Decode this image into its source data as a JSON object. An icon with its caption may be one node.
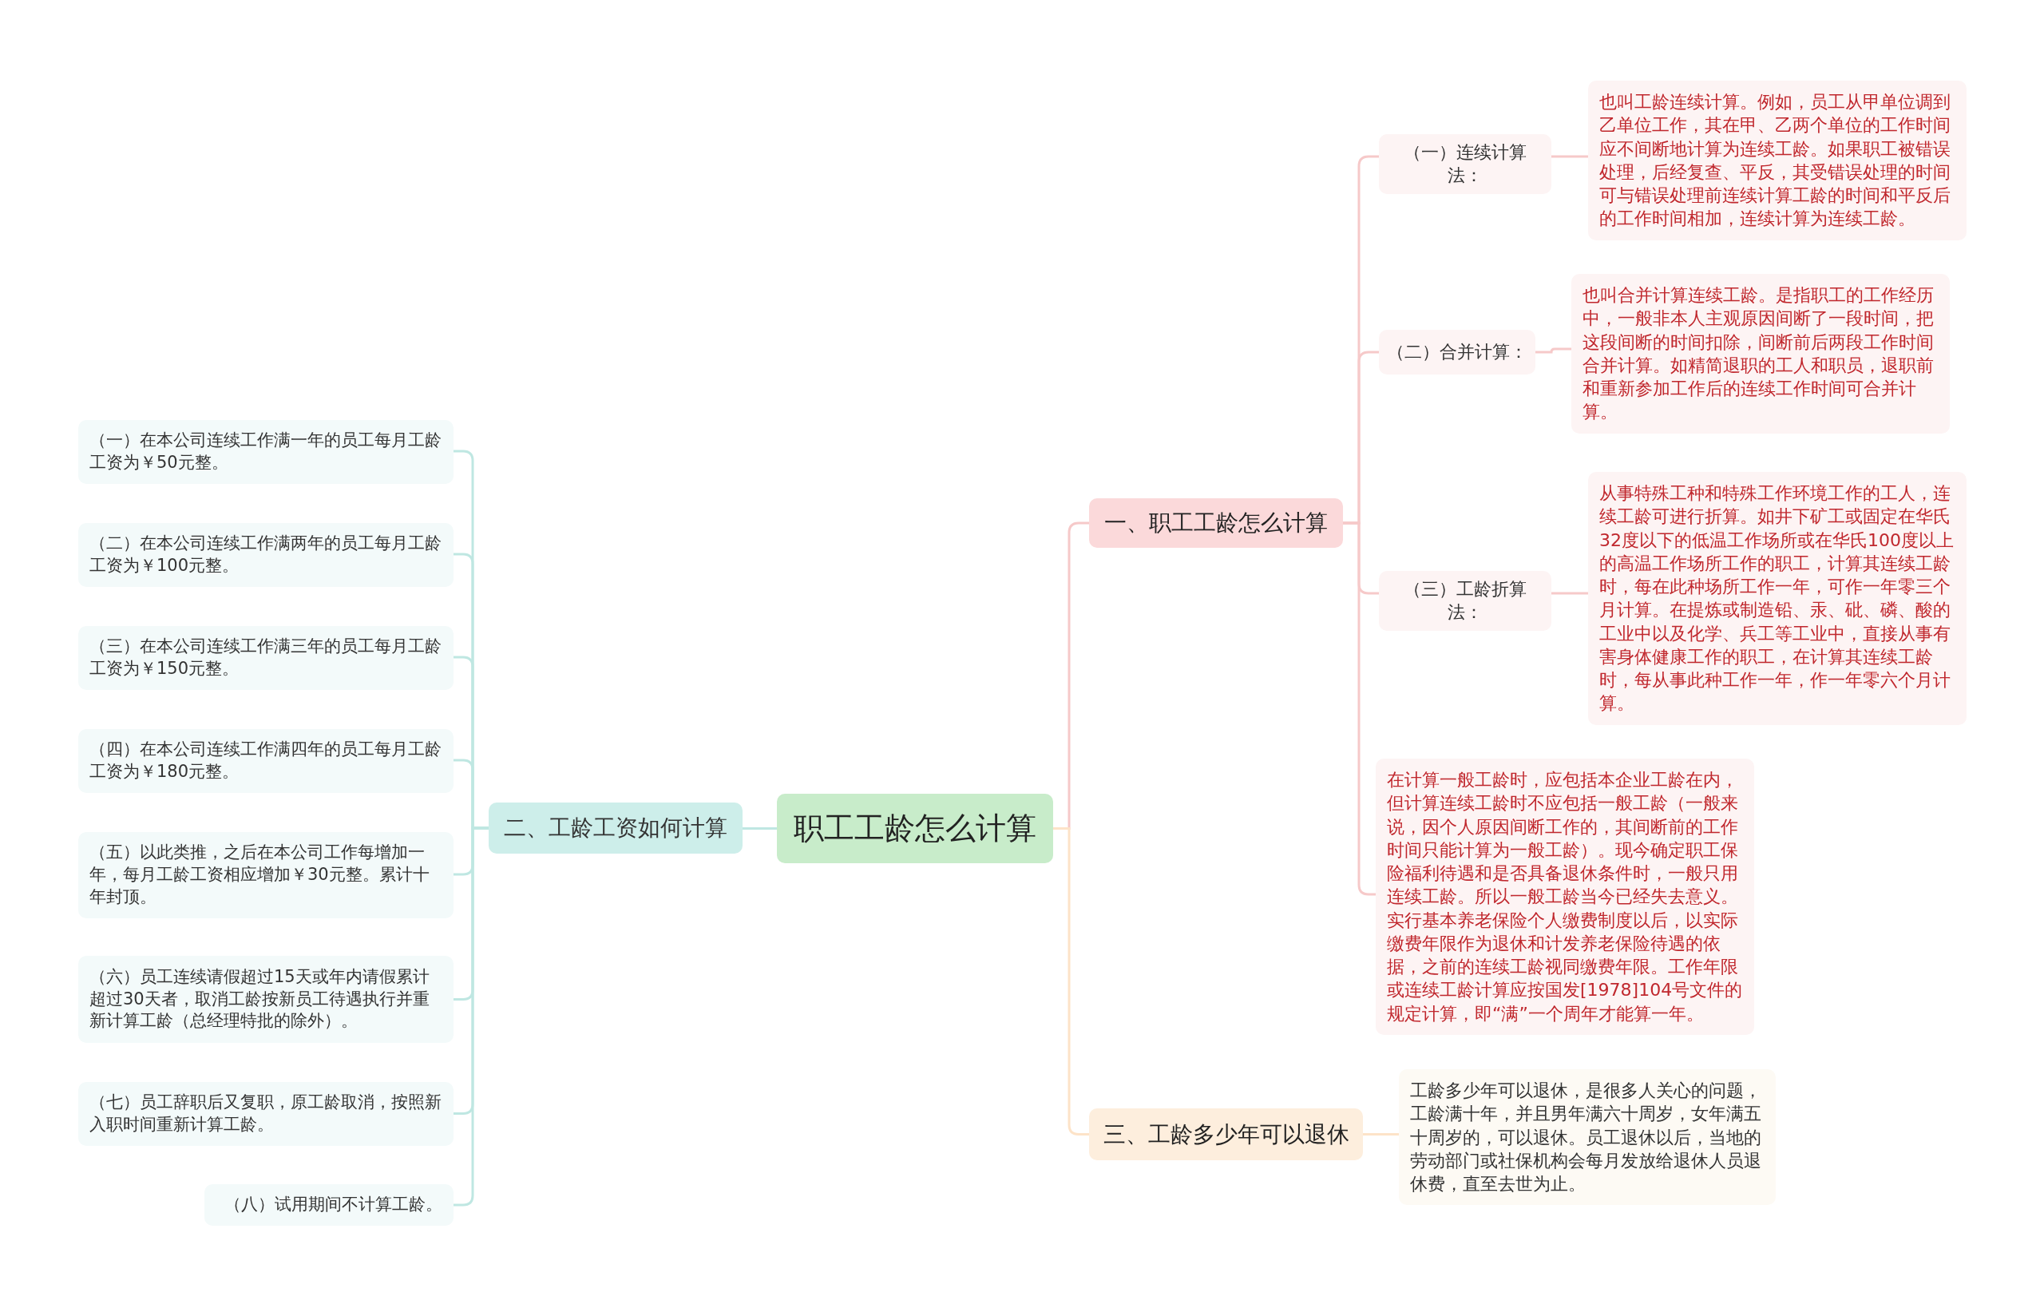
{
  "diagram": {
    "nodes": [
      {
        "text": [
          "职工工龄怎么计算"
        ]
      },
      {
        "text": [
          "一、职工工龄怎么计算"
        ]
      },
      {
        "text": [
          "（一）连续计算法："
        ]
      },
      {
        "text": [
          "也叫工龄连续计算。例如，员工从甲单位调到乙单位工作，其在甲、乙两个单位的工作时间应不间断地计算为连续工龄。如果职工被错误处理，后经复查、平反，其受错误处理的时间可与错误处理前连续计算工龄的时间和平反后的工作时间相加，连续计算为连续工龄。"
        ]
      },
      {
        "text": [
          "（二）合并计算："
        ]
      },
      {
        "text": [
          "也叫合并计算连续工龄。是指职工的工作经历中，一般非本人主观原因间断了一段时间，把这段间断的时间扣除，间断前后两段工作时间合并计算。如精简退职的工人和职员，退职前和重新参加工作后的连续工作时间可合并计算。"
        ]
      },
      {
        "text": [
          "（三）工龄折算法："
        ]
      },
      {
        "text": [
          "从事特殊工种和特殊工作环境工作的工人，连续工龄可进行折算。如井下矿工或固定在华氏32度以下的低温工作场所或在华氏100度以上的高温工作场所工作的职工，计算其连续工龄时，每在此种场所工作一年，可作一年零三个月计算。在提炼或制造铅、汞、砒、磷、酸的工业中以及化学、兵工等工业中，直接从事有害身体健康工作的职工，在计算其连续工龄时，每从事此种工作一年，作一年零六个月计算。"
        ]
      },
      {
        "text": [
          "在计算一般工龄时，应包括本企业工龄在内，但计算连续工龄时不应包括一般工龄（一般来说，因个人原因间断工作的，其间断前的工作时间只能计算为一般工龄）。现今确定职工保险福利待遇和是否具备退休条件时，一般只用连续工龄。所以一般工龄当今已经失去意义。实行基本养老保险个人缴费制度以后，以实际缴费年限作为退休和计发养老保险待遇的依据，之前的连续工龄视同缴费年限。工作年限或连续工龄计算应按国发[1978]104号文件的规定计算，即“满”一个周年才能算一年。"
        ]
      },
      {
        "text": [
          "二、工龄工资如何计算"
        ]
      },
      {
        "text": [
          "（一）在本公司连续工作满一年的员工每月工龄工资为￥50元整。"
        ]
      },
      {
        "text": [
          "（二）在本公司连续工作满两年的员工每月工龄工资为￥100元整。"
        ]
      },
      {
        "text": [
          "（三）在本公司连续工作满三年的员工每月工龄工资为￥150元整。"
        ]
      },
      {
        "text": [
          "（四）在本公司连续工作满四年的员工每月工龄工资为￥180元整。"
        ]
      },
      {
        "text": [
          "（五）以此类推，之后在本公司工作每增加一年，每月工龄工资相应增加￥30元整。累计十年封顶。"
        ]
      },
      {
        "text": [
          "（六）员工连续请假超过15天或年内请假累计超过30天者，取消工龄按新员工待遇执行并重新计算工龄（总经理特批的除外）。"
        ]
      },
      {
        "text": [
          "（七）员工辞职后又复职，原工龄取消，按照新入职时间重新计算工龄。"
        ]
      },
      {
        "text": [
          "（八）试用期间不计算工龄。"
        ]
      },
      {
        "text": [
          "三、工龄多少年可以退休"
        ]
      },
      {
        "text": [
          "工龄多少年可以退休，是很多人关心的问题，工龄满十年，并且男年满六十周岁，女年满五十周岁的，可以退休。员工退休以后，当地的劳动部门或社保机构会每月发放给退休人员退休费，直至去世为止。"
        ]
      }
    ],
    "edges": [
      {
        "from": 0,
        "to": 1,
        "arrow": "none",
        "color": "#f6c9c9"
      },
      {
        "from": 1,
        "to": 2,
        "arrow": "none",
        "color": "#f6c9c9"
      },
      {
        "from": 2,
        "to": 3,
        "arrow": "none",
        "color": "#f6c9c9"
      },
      {
        "from": 1,
        "to": 4,
        "arrow": "none",
        "color": "#f6c9c9"
      },
      {
        "from": 4,
        "to": 5,
        "arrow": "none",
        "color": "#f6c9c9"
      },
      {
        "from": 1,
        "to": 6,
        "arrow": "none",
        "color": "#f6c9c9"
      },
      {
        "from": 6,
        "to": 7,
        "arrow": "none",
        "color": "#f6c9c9"
      },
      {
        "from": 1,
        "to": 8,
        "arrow": "none",
        "color": "#f6c9c9"
      },
      {
        "from": 0,
        "to": 9,
        "arrow": "none"
      },
      {
        "from": 9,
        "to": 10,
        "arrow": "none"
      },
      {
        "from": 9,
        "to": 11,
        "arrow": "none"
      },
      {
        "from": 9,
        "to": 12,
        "arrow": "none"
      },
      {
        "from": 9,
        "to": 13,
        "arrow": "none"
      },
      {
        "from": 9,
        "to": 14,
        "arrow": "none"
      },
      {
        "from": 9,
        "to": 15,
        "arrow": "none"
      },
      {
        "from": 9,
        "to": 16,
        "arrow": "none"
      },
      {
        "from": 9,
        "to": 17,
        "arrow": "none"
      },
      {
        "from": 0,
        "to": 18,
        "arrow": "none",
        "color": "#fde3c8"
      },
      {
        "from": 18,
        "to": 19,
        "arrow": "none",
        "color": "#fde3c8"
      }
    ]
  }
}
